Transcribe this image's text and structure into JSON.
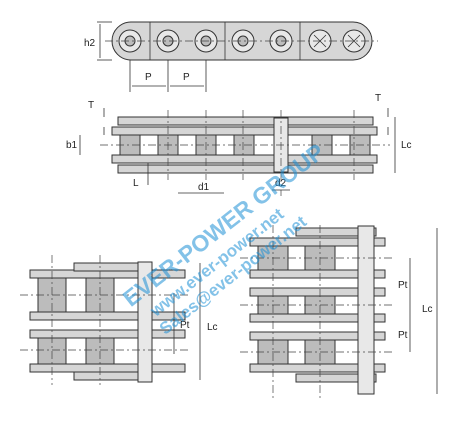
{
  "labels": {
    "h2": "h2",
    "p1": "P",
    "p2": "P",
    "t1": "T",
    "t2": "T",
    "b1": "b1",
    "lc1": "Lc",
    "l": "L",
    "d1": "d1",
    "d2": "d2",
    "pt_a": "Pt",
    "lc2": "Lc",
    "pt_b": "Pt",
    "pt_c": "Pt",
    "lc3": "Lc"
  },
  "watermark": {
    "line1": "EVER-POWER GROUP",
    "line2": "www.ever-power.net",
    "line3": "Sales@ever-power.net"
  },
  "colors": {
    "plate": "#d6d6d6",
    "roller": "#bcbcbc",
    "watermark": "#1e8fd6"
  }
}
